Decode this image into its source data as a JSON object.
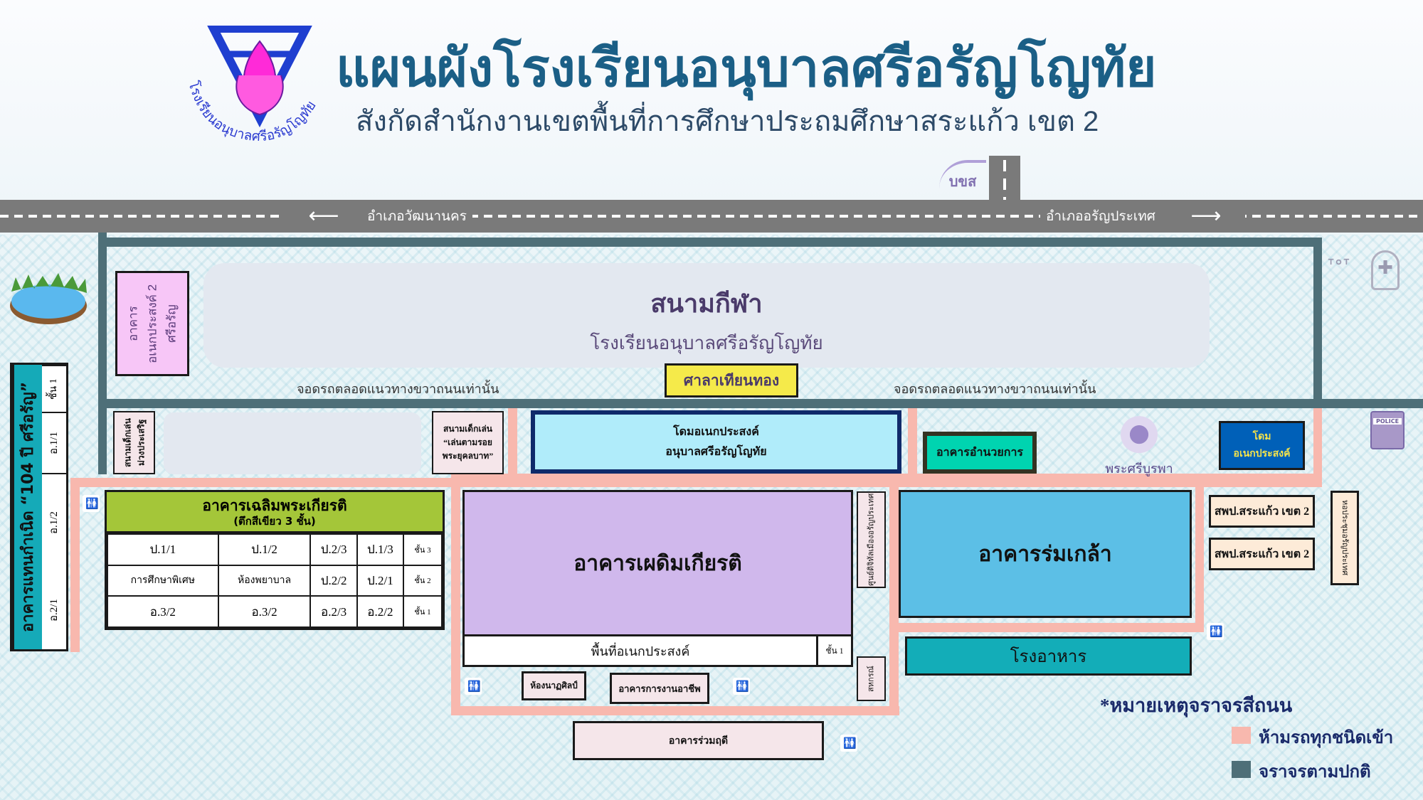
{
  "header": {
    "title": "แผนผังโรงเรียนอนุบาลศรีอรัญโญทัย",
    "subtitle": "สังกัดสำนักงานเขตพื้นที่การศึกษาประถมศึกษาสระแก้ว เขต 2",
    "logo_text": "โรงเรียนอนุบาลศรีอรัญโญทัย"
  },
  "road": {
    "left_label": "อำเภอวัฒนานคร",
    "right_label": "อำเภออรัญประเทศ",
    "bus_logo": "บขส"
  },
  "field": {
    "title": "สนามกีฬา",
    "subtitle": "โรงเรียนอนุบาลศรีอรัญโญทัย"
  },
  "parking_note": "จอดรถตลอดแนวทางขวาถนนเท่านั้น",
  "buildings": {
    "multi2": "อาคาร อเนกประสงค์ 2 ศรีอรัญ",
    "sala": "ศาลาเทียนทอง",
    "centennial": {
      "name": "อาคารแทนกำเนิด “104 ปี ศรีอรัญ”",
      "cells": [
        "ชั้น 1",
        "อ.1/1",
        "อ.1/2",
        "อ.2/1"
      ]
    },
    "playground1": "สนามเด็กเล่น ม่วงประเสริฐ",
    "playground2": [
      "สนามเด็กเล่น",
      "“เล่นตามรอย",
      "พระยุคลบาท”"
    ],
    "dome": [
      "โดมอเนกประสงค์",
      "อนุบาลศรีอรัญโญทัย"
    ],
    "admin": "อาคารอำนวยการ",
    "buddha": "พระศรีบูรพา",
    "dome2": [
      "โดม",
      "อเนกประสงค์"
    ],
    "green": {
      "name": "อาคารเฉลิมพระเกียรติ",
      "note": "(ตึกสีเขียว 3 ชั้น)",
      "rows": [
        [
          "ป.1/1",
          "ป.1/2",
          "ป.2/3",
          "ป.1/3",
          "ชั้น 3"
        ],
        [
          "การศึกษาพิเศษ",
          "ห้องพยาบาล",
          "ป.2/2",
          "ป.2/1",
          "ชั้น 2"
        ],
        [
          "อ.3/2",
          "อ.3/2",
          "อ.2/3",
          "อ.2/2",
          "ชั้น 1"
        ]
      ]
    },
    "purple": {
      "name": "อาคารเผดิมเกียรติ",
      "strip": "พื้นที่อเนกประสงค์",
      "floor": "ชั้น 1"
    },
    "digital": "ศูนย์ดิจิทัลเมืองอรัญประเทศ",
    "coop": "สหกรณ์",
    "dance": "ห้องนาฏศิลป์",
    "career": "อาคารการงานอาชีพ",
    "ruamrudee": "อาคารร่วมฤดี",
    "romklao": "อาคารร่มเกล้า",
    "canteen": "โรงอาหาร",
    "office1": "สพป.สระแก้ว เขต 2",
    "office2": "สพป.สระแก้ว เขต 2",
    "hall": "หอประชุมอรัญประเทศ"
  },
  "icons": {
    "police": "POLICE"
  },
  "legend": {
    "title": "*หมายเหตุจราจรสีถนน",
    "items": [
      {
        "label": "ห้ามรถทุกชนิดเข้า",
        "color": "#f8b8ae"
      },
      {
        "label": "จราจรตามปกติ",
        "color": "#4e6f78"
      }
    ]
  }
}
